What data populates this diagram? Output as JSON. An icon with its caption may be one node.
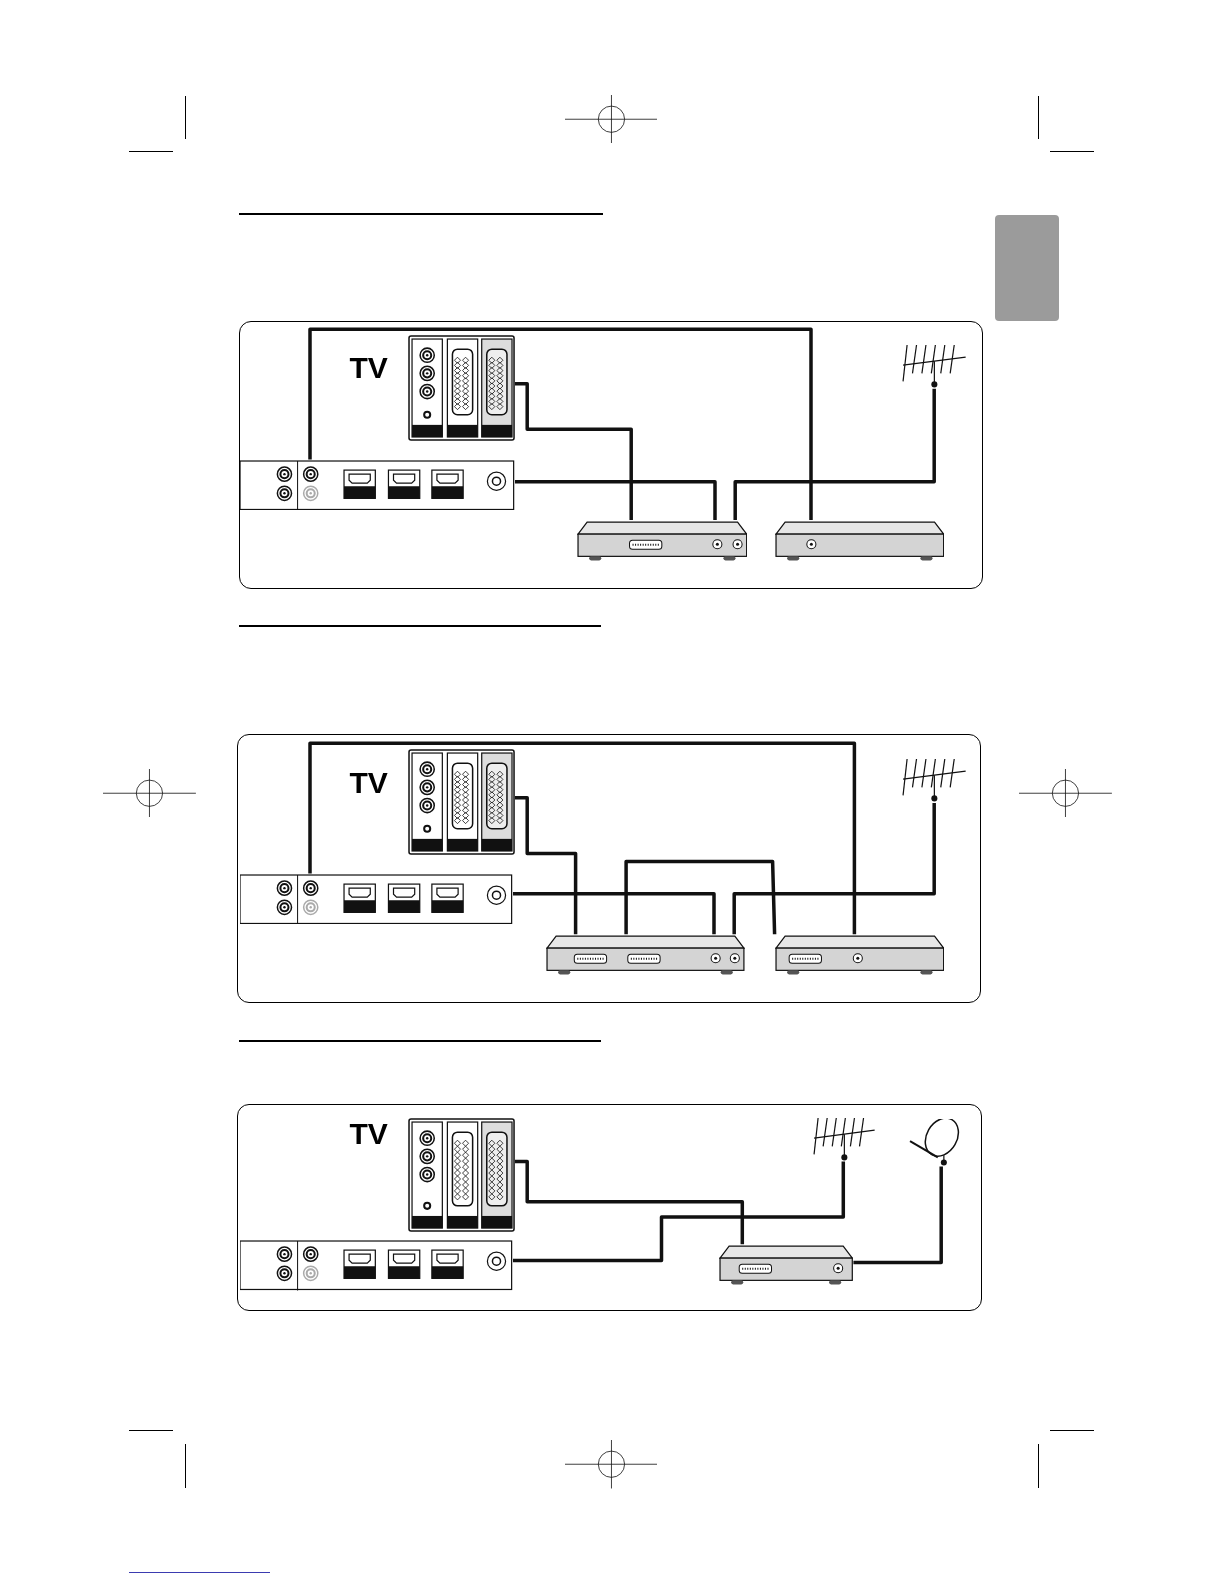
{
  "diagram": {
    "nodes": [
      {
        "text": [],
        "shape": "box"
      },
      {
        "text": [],
        "shape": "box"
      },
      {
        "text": [],
        "shape": "antenna"
      },
      {
        "text": [],
        "shape": "box"
      },
      {
        "text": [],
        "shape": "box"
      },
      {
        "text": [],
        "shape": "box"
      },
      {
        "text": [],
        "shape": "box"
      },
      {
        "text": [],
        "shape": "antenna"
      },
      {
        "text": [],
        "shape": "box"
      },
      {
        "text": [],
        "shape": "box"
      },
      {
        "text": [],
        "shape": "box"
      },
      {
        "text": [],
        "shape": "box"
      },
      {
        "text": [],
        "shape": "antenna"
      },
      {
        "text": [],
        "shape": "dish"
      },
      {
        "text": [],
        "shape": "box"
      },
      {
        "text": [],
        "shape": "box"
      }
    ],
    "edges": [
      {
        "from": 0,
        "to": 3,
        "arrow": "none"
      },
      {
        "from": 1,
        "to": 3,
        "arrow": "none"
      },
      {
        "from": 2,
        "to": 3,
        "arrow": "none"
      },
      {
        "from": 4,
        "to": 1,
        "arrow": "none"
      },
      {
        "from": 5,
        "to": 8,
        "arrow": "none"
      },
      {
        "from": 8,
        "to": 9,
        "arrow": "none"
      },
      {
        "from": 6,
        "to": 8,
        "arrow": "none"
      },
      {
        "from": 7,
        "to": 8,
        "arrow": "none"
      },
      {
        "from": 9,
        "to": 6,
        "arrow": "none"
      },
      {
        "from": 10,
        "to": 14,
        "arrow": "none"
      },
      {
        "from": 11,
        "to": 12,
        "arrow": "none"
      },
      {
        "from": 13,
        "to": 14,
        "arrow": "none"
      }
    ],
    "labels": [
      "TV",
      "TV",
      "TV"
    ]
  }
}
